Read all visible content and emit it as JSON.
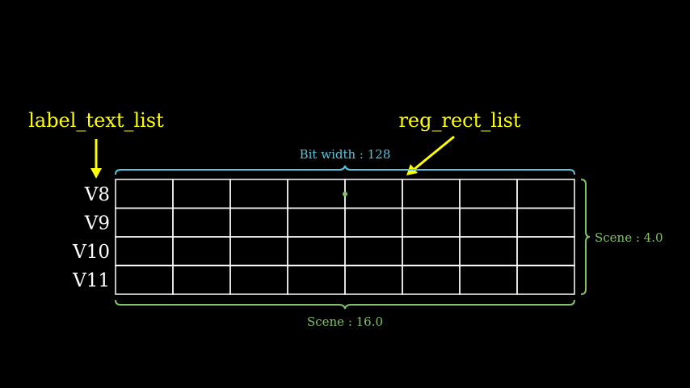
{
  "annotations": {
    "label_text_list": "label_text_list",
    "reg_rect_list": "reg_rect_list",
    "annotation_color": "#FFFF00"
  },
  "registers": [
    "V8",
    "V9",
    "V10",
    "V11"
  ],
  "grid": {
    "rows": 4,
    "columns": 8,
    "line_color": "#FFFFFF"
  },
  "braces": {
    "top": {
      "text": "Bit width : 128",
      "color": "#58C4DD"
    },
    "bottom": {
      "text": "Scene : 16.0",
      "color": "#83C167"
    },
    "right": {
      "text": "Scene : 4.0",
      "color": "#83C167"
    }
  },
  "center_dot_color": "#83C167"
}
